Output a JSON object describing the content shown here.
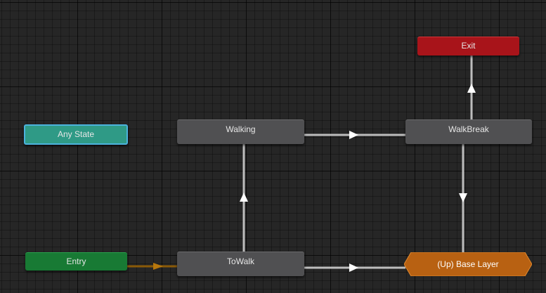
{
  "nodes": {
    "exit": {
      "label": "Exit"
    },
    "any_state": {
      "label": "Any State"
    },
    "walking": {
      "label": "Walking"
    },
    "walkbreak": {
      "label": "WalkBreak"
    },
    "entry": {
      "label": "Entry"
    },
    "towalk": {
      "label": "ToWalk"
    },
    "base_layer": {
      "label": "(Up) Base Layer"
    }
  },
  "colors": {
    "transition": "#bdbdbd",
    "arrow": "#ffffff",
    "entry_transition": "#b7770d",
    "state": "#505052",
    "any_state": "#2f9a86",
    "any_state_border": "#4cb3dd",
    "entry": "#187a34",
    "exit": "#a8141a",
    "sub_state_machine": "#b86112"
  }
}
